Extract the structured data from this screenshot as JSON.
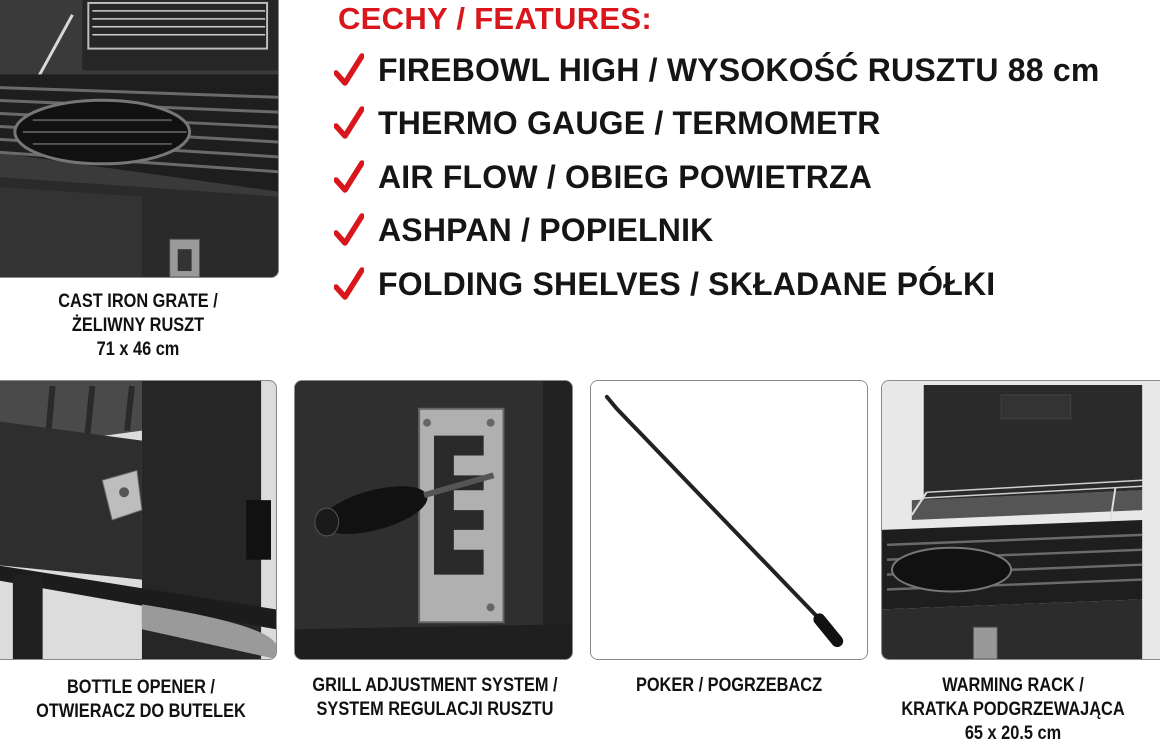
{
  "features": {
    "title": "CECHY / FEATURES:",
    "items": [
      {
        "label": "FIREBOWL HIGH / WYSOKOŚĆ RUSZTU 88 cm"
      },
      {
        "label": "THERMO GAUGE / TERMOMETR"
      },
      {
        "label": "AIR FLOW / OBIEG POWIETRZA"
      },
      {
        "label": "ASHPAN / POPIELNIK"
      },
      {
        "label": "FOLDING SHELVES / SKŁADANE PÓŁKI"
      }
    ],
    "check_icon": "check-icon",
    "accent_color": "#d9161c"
  },
  "photos": {
    "cast_iron": {
      "line1": "CAST IRON GRATE /",
      "line2": "ŻELIWNY RUSZT",
      "line3": "71 x 46 cm"
    },
    "bottle_opener": {
      "line1": "BOTTLE OPENER /",
      "line2": "OTWIERACZ DO BUTELEK"
    },
    "grill_adjust": {
      "line1": "GRILL ADJUSTMENT SYSTEM /",
      "line2": "SYSTEM REGULACJI RUSZTU"
    },
    "poker": {
      "line1": "POKER / POGRZEBACZ"
    },
    "warming_rack": {
      "line1": "WARMING RACK /",
      "line2": "KRATKA PODGRZEWAJĄCA",
      "line3": "65 x 20.5 cm"
    }
  }
}
